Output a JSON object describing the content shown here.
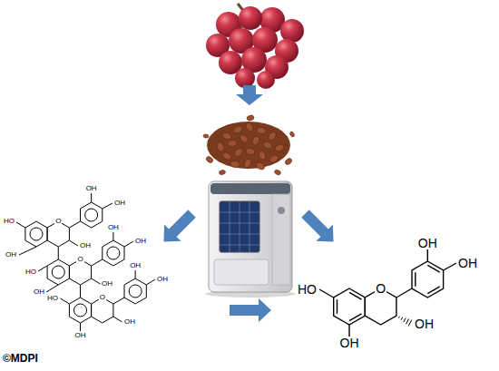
{
  "diagram": {
    "labels": [
      "HO",
      "O",
      "OH",
      "OH",
      "OH",
      "OH",
      "HO",
      "O",
      "OH",
      "OH",
      "OH",
      "OH",
      "HO",
      "O",
      "OH",
      "OH",
      "OH",
      "OH",
      "OH",
      "OH",
      "HO",
      "O",
      "OH",
      "OH",
      "©MDPI"
    ]
  }
}
